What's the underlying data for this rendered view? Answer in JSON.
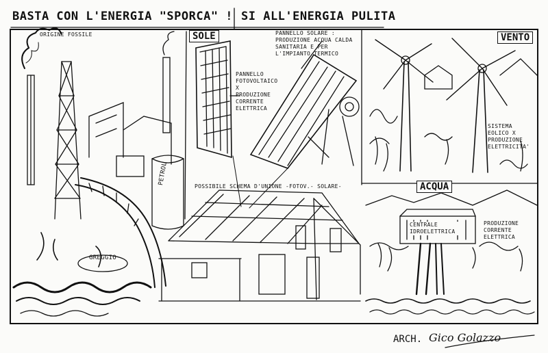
{
  "header": {
    "left_title": "BASTA CON L'ENERGIA \"SPORCA\" !",
    "right_title": "SI ALL'ENERGIA PULITA"
  },
  "panels": {
    "fossil": {
      "label": "ORIGINE FOSSILE",
      "tank_label": "PETROL",
      "spill_label": "GREGGIO"
    },
    "sun": {
      "label": "SOLE",
      "pv_label": "PANNELLO FOTOVOLTAICO X PRODUZIONE CORRENTE ELETTRICA",
      "thermal_label": "PANNELLO SOLARE : PRODUZIONE ACQUA CALDA SANITARIA E PER L'IMPIANTO TERMICO",
      "scheme_label": "POSSIBILE SCHEMA D'UNIONE -FOTOV.- SOLARE-"
    },
    "wind": {
      "label": "VENTO",
      "desc": "SISTEMA EOLICO X PRODUZIONE ELETTRICITA'"
    },
    "water": {
      "label": "ACQUA",
      "plant_label": "CENTRALE IDROELETTRICA",
      "desc": "PRODUZIONE CORRENTE ELETTRICA"
    }
  },
  "footer": {
    "arch": "ARCH.",
    "signature": "Gico Golazzo"
  }
}
